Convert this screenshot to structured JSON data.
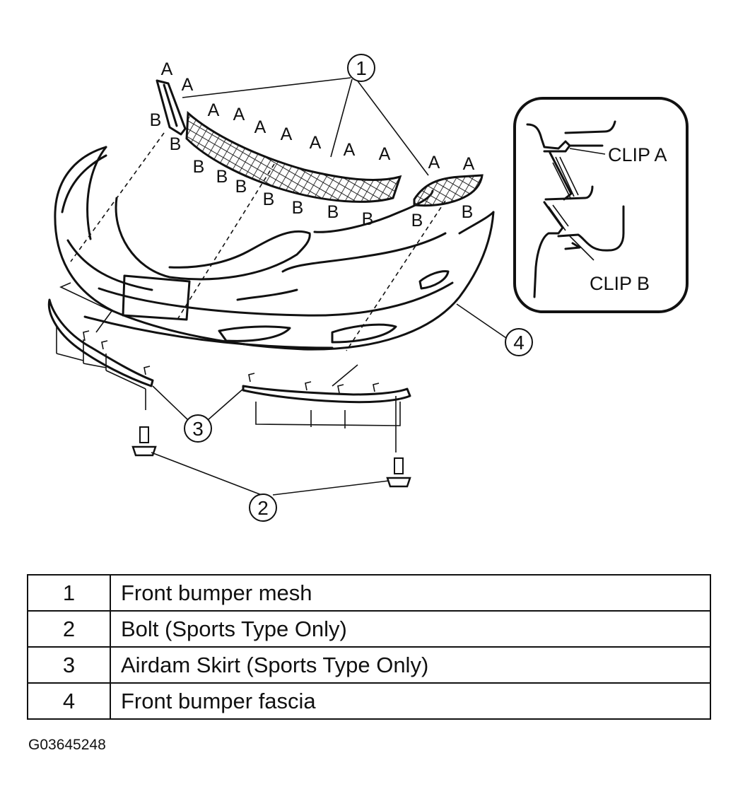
{
  "diagram": {
    "callouts": [
      "1",
      "2",
      "3",
      "4"
    ],
    "clip_letter_a": "A",
    "clip_letter_b": "B",
    "clip_a_label": "CLIP A",
    "clip_b_label": "CLIP B"
  },
  "legend": {
    "rows": [
      {
        "number": "1",
        "description": "Front bumper mesh"
      },
      {
        "number": "2",
        "description": "Bolt (Sports Type Only)"
      },
      {
        "number": "3",
        "description": "Airdam Skirt (Sports Type Only)"
      },
      {
        "number": "4",
        "description": "Front bumper fascia"
      }
    ]
  },
  "figure_code": "G03645248"
}
